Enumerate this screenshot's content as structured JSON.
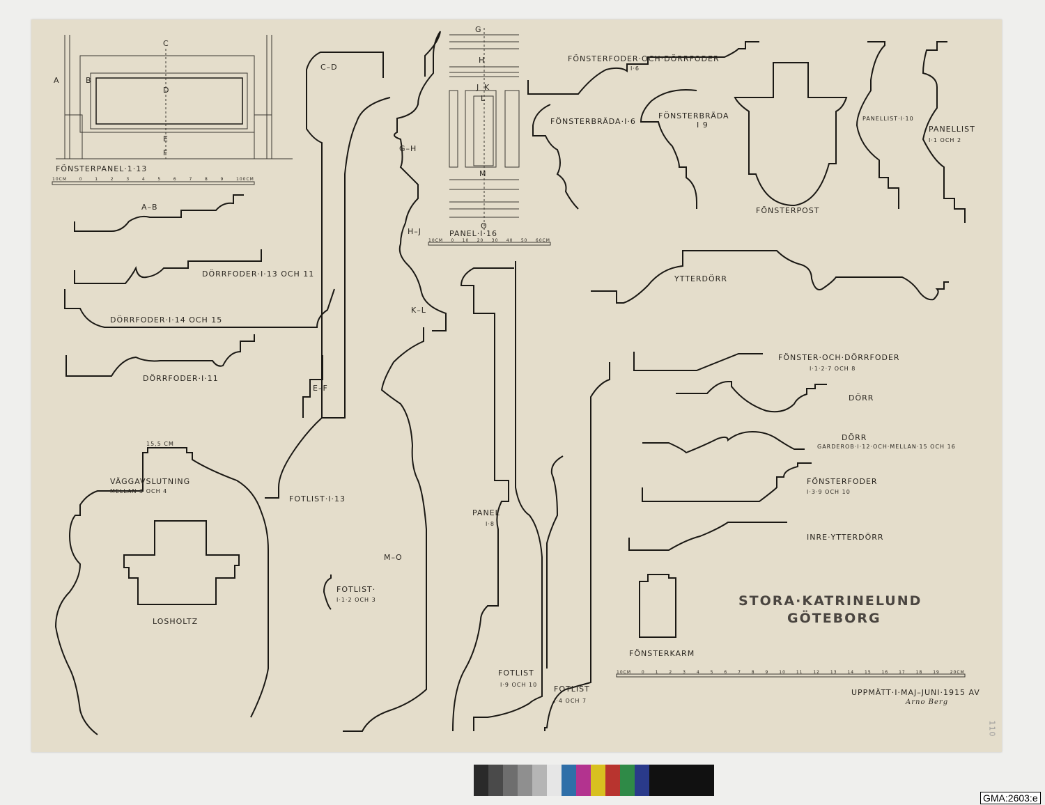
{
  "sheet": {
    "title": "STORA·KATRINELUND",
    "subtitle": "GÖTEBORG",
    "credit": "UPPMÄTT·I·MAJ–JUNI·1915 AV",
    "signature": "Arno Berg",
    "sheet_number": "110",
    "catalog_tag": "GMA:2603:e"
  },
  "labels": {
    "fonsterpanel": "FÖNSTERPANEL·1·13",
    "section_letters": [
      "A",
      "B",
      "C",
      "D",
      "E",
      "F"
    ],
    "a_b": "A–B",
    "dorrfoder_13_11": "DÖRRFODER·I·13 OCH 11",
    "dorrfoder_14_15": "DÖRRFODER·I·14 OCH 15",
    "dorrfoder_11": "DÖRRFODER·I·11",
    "c_d": "C–D",
    "g_h": "G–H",
    "h_j": "H–J",
    "k_l": "K–L",
    "e_f": "E–F",
    "m_o": "M–O",
    "panel_letters": [
      "G",
      "H",
      "J",
      "K",
      "L",
      "M",
      "O"
    ],
    "panel_16": "PANEL·I·16",
    "panel_8": "PANEL",
    "panel_8_sub": "I·8",
    "fonsterfoder_dorrfoder": "FÖNSTERFODER·OCH·DÖRRFODER",
    "fonsterfoder_dorrfoder_sub": "I·6",
    "fonsterbrada_6": "FÖNSTERBRÄDA·I·6",
    "fonsterbrada_9": "FÖNSTERBRÄDA",
    "fonsterbrada_9_sub": "I 9",
    "fonsterpost": "FÖNSTERPOST",
    "panellist_10": "PANELLIST·I·10",
    "panellist_1_2": "PANELLIST",
    "panellist_1_2_sub": "I·1 OCH 2",
    "ytterdorr": "YTTERDÖRR",
    "fonster_och_dorrfoder": "FÖNSTER·OCH·DÖRRFODER",
    "fonster_och_dorrfoder_sub": "I·1·2·7 OCH 8",
    "dorr": "DÖRR",
    "dorr2": "DÖRR",
    "dorr2_sub": "GARDEROB·I·12·OCH·MELLAN·15 OCH 16",
    "fonsterfoder": "FÖNSTERFODER",
    "fonsterfoder_sub": "I·3·9 OCH 10",
    "inre_ytterdorr": "INRE·YTTERDÖRR",
    "fonsterkarm": "FÖNSTERKARM",
    "vaggavslutning": "VÄGGAVSLUTNING",
    "vaggavslutning_sub": "MELLAN·3 OCH 4",
    "dimension": "15,5 CM",
    "losholtz": "LOSHOLTZ",
    "fotlist_13": "FOTLIST·I·13",
    "fotlist_127": "FOTLIST·",
    "fotlist_127_sub": "I·1·2 OCH 3",
    "fotlist_910": "FOTLIST",
    "fotlist_910_sub": "I·9 OCH 10",
    "fotlist_47": "FOTLIST",
    "fotlist_47_sub": "I·4 OCH 7"
  },
  "scales": {
    "small": [
      "10CM",
      "0",
      "1",
      "2",
      "3",
      "4",
      "5",
      "6",
      "7",
      "8",
      "9",
      "100CM"
    ],
    "panel": [
      "10CM",
      "0",
      "10",
      "20",
      "30",
      "40",
      "50",
      "60CM"
    ],
    "main": [
      "10CM",
      "0",
      "1",
      "2",
      "3",
      "4",
      "5",
      "6",
      "7",
      "8",
      "9",
      "10",
      "11",
      "12",
      "13",
      "14",
      "15",
      "16",
      "17",
      "18",
      "19",
      "20CM"
    ]
  },
  "color_card": {
    "swatches": [
      "#2a2a2a",
      "#4a4a4a",
      "#6e6e6e",
      "#8f8f8f",
      "#b5b5b5",
      "#e6e6e6",
      "#2f6fa8",
      "#b3338f",
      "#d8c020",
      "#b8342f",
      "#2f8a47",
      "#2a3a8a"
    ]
  }
}
